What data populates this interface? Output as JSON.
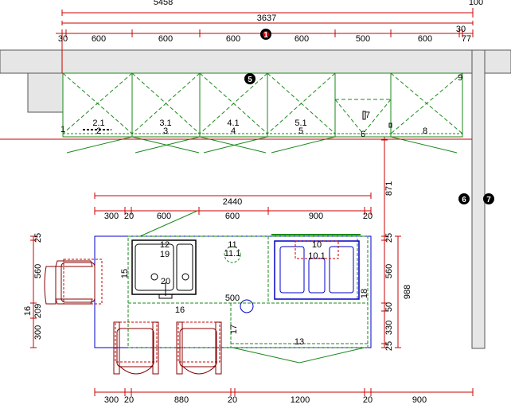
{
  "colors": {
    "dimension": "#cc0000",
    "cabinet": "#1a8a1a",
    "island_outline": "#0000cc",
    "chair": "#8b0000",
    "wall": "#e6e6e6",
    "text": "#000000",
    "marker": "#000000"
  },
  "top_dimensions": {
    "overall_left": "5458",
    "overall_right": "100",
    "span": "3637",
    "segments": [
      "30",
      "600",
      "600",
      "600",
      "600",
      "500",
      "600",
      "30",
      "77"
    ]
  },
  "markers": [
    "1",
    "5",
    "6",
    "7"
  ],
  "wall_cabinet_labels": [
    "2.1",
    "2",
    "3.1",
    "3",
    "4.1",
    "4",
    "5.1",
    "5",
    "7",
    "6",
    "8",
    "9",
    "1"
  ],
  "island_top_dimensions": {
    "overall": "2440",
    "segments": [
      "300",
      "20",
      "600",
      "600",
      "900",
      "20"
    ]
  },
  "island_bottom_dimensions": {
    "segments": [
      "300",
      "20",
      "880",
      "20",
      "1200",
      "20",
      "900"
    ]
  },
  "island_left_dimensions": {
    "segments": [
      "25",
      "560",
      "16",
      "209",
      "300"
    ]
  },
  "island_right_dimensions": {
    "segments": [
      "25",
      "560",
      "50",
      "330",
      "25"
    ],
    "overall": "988",
    "vertical_871": "871"
  },
  "island_labels": {
    "sink_a": "12",
    "sink_b": "19",
    "sink_c": "20",
    "item_15": "15",
    "item_16": "16",
    "item_11": "11",
    "item_11_1": "11.1",
    "item_10": "10",
    "item_10_1": "10.1",
    "item_18": "18",
    "item_500": "500",
    "item_17": "17",
    "item_13": "13"
  }
}
